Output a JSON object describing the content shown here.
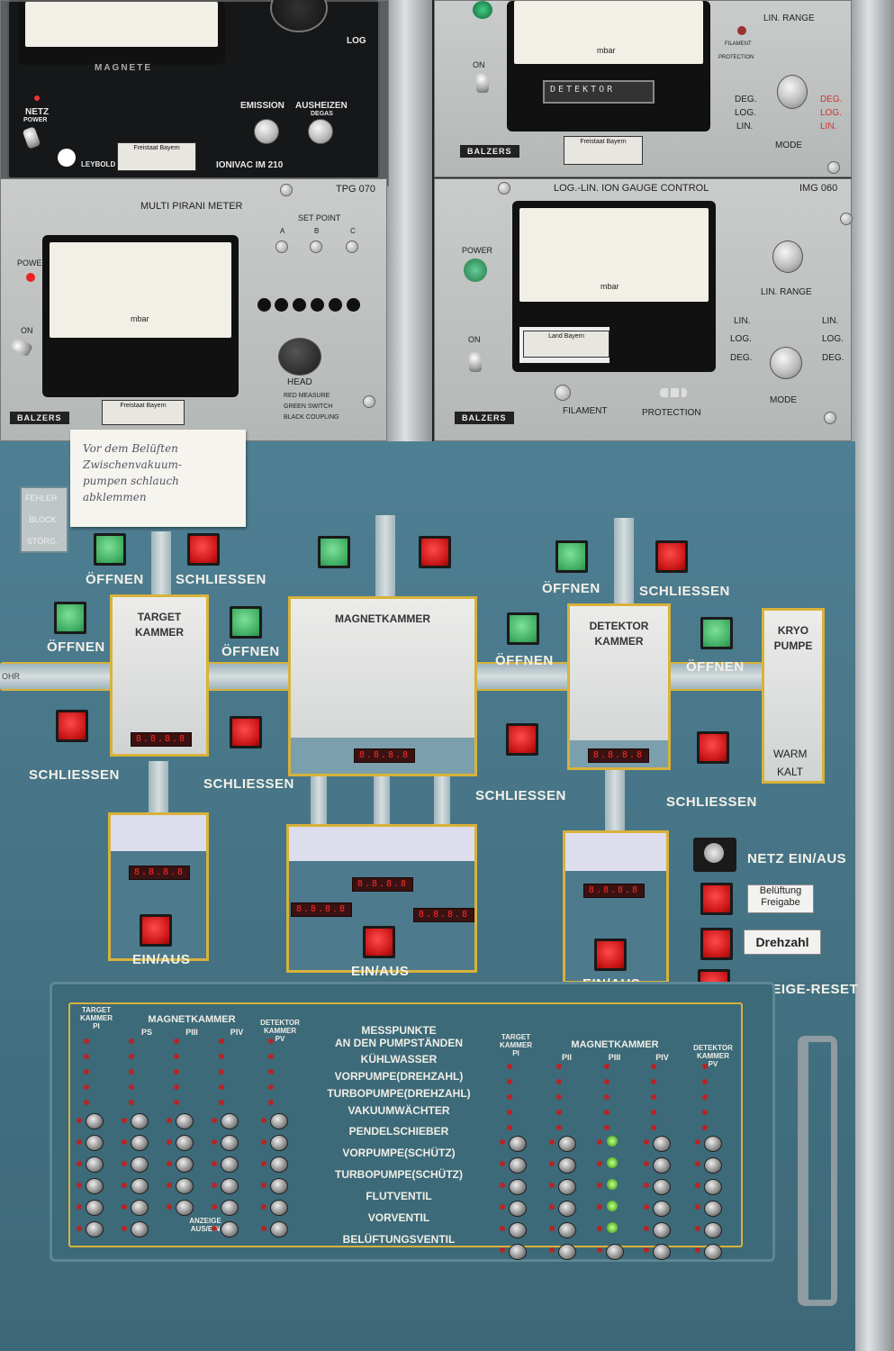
{
  "top_left_panel": {
    "meter_label": "MAGNETE",
    "netz": "NETZ",
    "power": "POWER",
    "emission": "EMISSION",
    "ausheizen": "AUSHEIZEN",
    "degas": "DEGAS",
    "log": "LOG",
    "brand": "LEYBOLD",
    "model": "IONIVAC IM 210",
    "badge": "Freistaat Bayern"
  },
  "top_right_panel": {
    "on": "ON",
    "unit": "mbar",
    "readout": "DETEKTOR",
    "lin_range": "LIN. RANGE",
    "filament": "FILAMENT",
    "protection": "PROTECTION",
    "mode": "MODE",
    "deg": "DEG.",
    "log_": "LOG.",
    "lin": "LIN.",
    "brand": "BALZERS",
    "badge": "Freistaat Bayern"
  },
  "pirani_panel": {
    "model": "TPG 070",
    "title": "MULTI PIRANI METER",
    "power": "POWER",
    "on": "ON",
    "set_point": "SET POINT",
    "set_a": "A",
    "set_b": "B",
    "set_c": "C",
    "unit": "mbar",
    "head": "HEAD",
    "legend": [
      "RED    MEASURE",
      "GREEN  SWITCH",
      "BLACK  COUPLING"
    ],
    "brand": "BALZERS",
    "badge": "Freistaat Bayern"
  },
  "ion_gauge_panel": {
    "title": "LOG.-LIN. ION GAUGE CONTROL",
    "model": "IMG 060",
    "power": "POWER",
    "on": "ON",
    "unit": "mbar",
    "lin_range": "LIN. RANGE",
    "lin": "LIN.",
    "log_": "LOG.",
    "deg": "DEG.",
    "mode": "MODE",
    "filament": "FILAMENT",
    "protection": "PROTECTION",
    "brand": "BALZERS",
    "badge": "Land Bayern"
  },
  "note": {
    "lines": [
      "Vor dem Belüften",
      "Zwischenvakuum-",
      "pumpen schlauch",
      "abklemmen"
    ]
  },
  "fehler": {
    "l1": "FEHLER",
    "l2": "BLOCK",
    "l3": "STÖRG."
  },
  "chambers": {
    "target": "TARGET\nKAMMER",
    "magnet": "MAGNETKAMMER",
    "detektor": "DETEKTOR\nKAMMER",
    "kryo": "KRYO\nPUMPE",
    "warm": "WARM",
    "kalt": "KALT"
  },
  "labels": {
    "offnen": "ÖFFNEN",
    "schliessen": "SCHLIESSEN",
    "ein_aus": "EIN/AUS",
    "netz": "NETZ EIN/AUS",
    "beluftung": "Belüftung Freigabe",
    "drehzahl": "Drehzahl",
    "anzeige_reset": "ANZEIGE-RESET",
    "rohr": "OHR"
  },
  "matrix": {
    "left_headers": {
      "target": "TARGET\nKAMMER\nPI",
      "magnet": "MAGNETKAMMER",
      "ps": "PS",
      "piii": "PIII",
      "piv": "PIV",
      "detektor": "DETEKTOR\nKAMMER\nPV"
    },
    "center_title": "MESSPUNKTE\nAN DEN PUMPSTÄNDEN",
    "right_headers": {
      "target": "TARGET\nKAMMER\nPI",
      "magnet": "MAGNETKAMMER",
      "pii": "PII",
      "piii": "PIII",
      "piv": "PIV",
      "detektor": "DETEKTOR\nKAMMER\nPV"
    },
    "rows": [
      "KÜHLWASSER",
      "VORPUMPE(DREHZAHL)",
      "TURBOPUMPE(DREHZAHL)",
      "VAKUUMWÄCHTER",
      "PENDELSCHIEBER",
      "VORPUMPE(SCHÜTZ)",
      "TURBOPUMPE(SCHÜTZ)",
      "FLUTVENTIL",
      "VORVENTIL",
      "BELÜFTUNGSVENTIL"
    ],
    "anzeige": "ANZEIGE\nAUS/EIN"
  },
  "colors": {
    "panel_blue": "#437182",
    "path_yellow": "#d8b23a",
    "button_green": "#3fae62",
    "button_red": "#c81515"
  }
}
